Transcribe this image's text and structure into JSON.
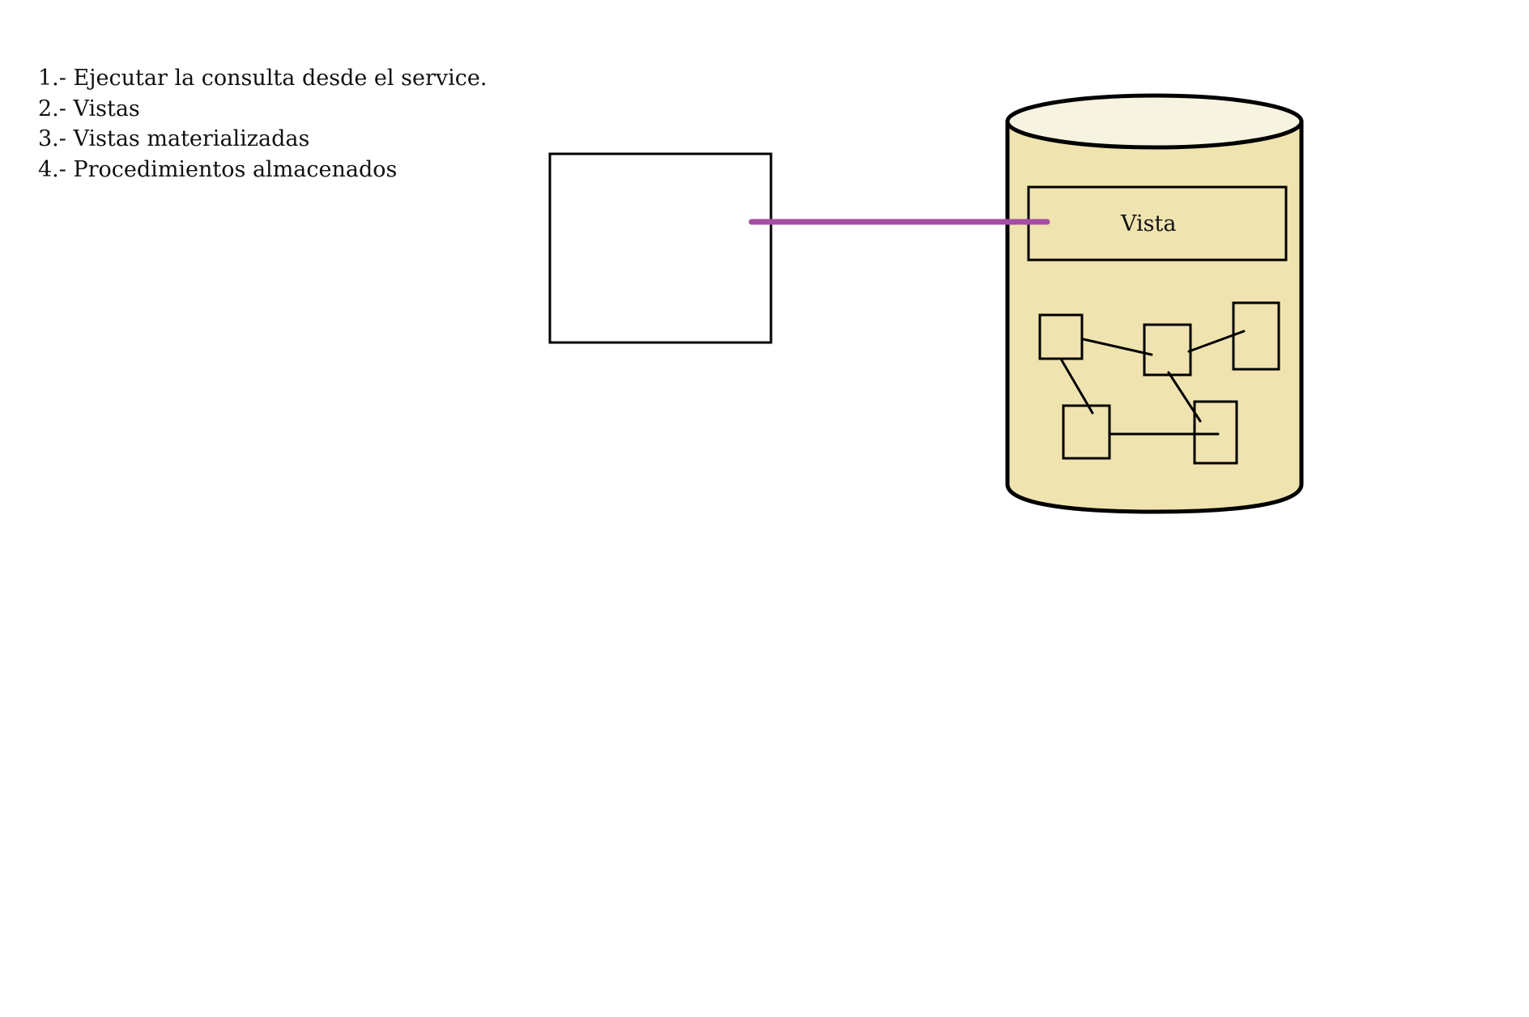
{
  "notes": {
    "items": [
      "1.- Ejecutar la consulta desde el service.",
      "2.- Vistas",
      "3.- Vistas materializadas",
      "4.- Procedimientos almacenados"
    ]
  },
  "database": {
    "view_label": "Vista"
  },
  "colors": {
    "stroke": "#000000",
    "cylinder_body": "#efe3b0",
    "cylinder_top": "#f7f3e1",
    "connector": "#a64ca6",
    "background": "#ffffff"
  }
}
